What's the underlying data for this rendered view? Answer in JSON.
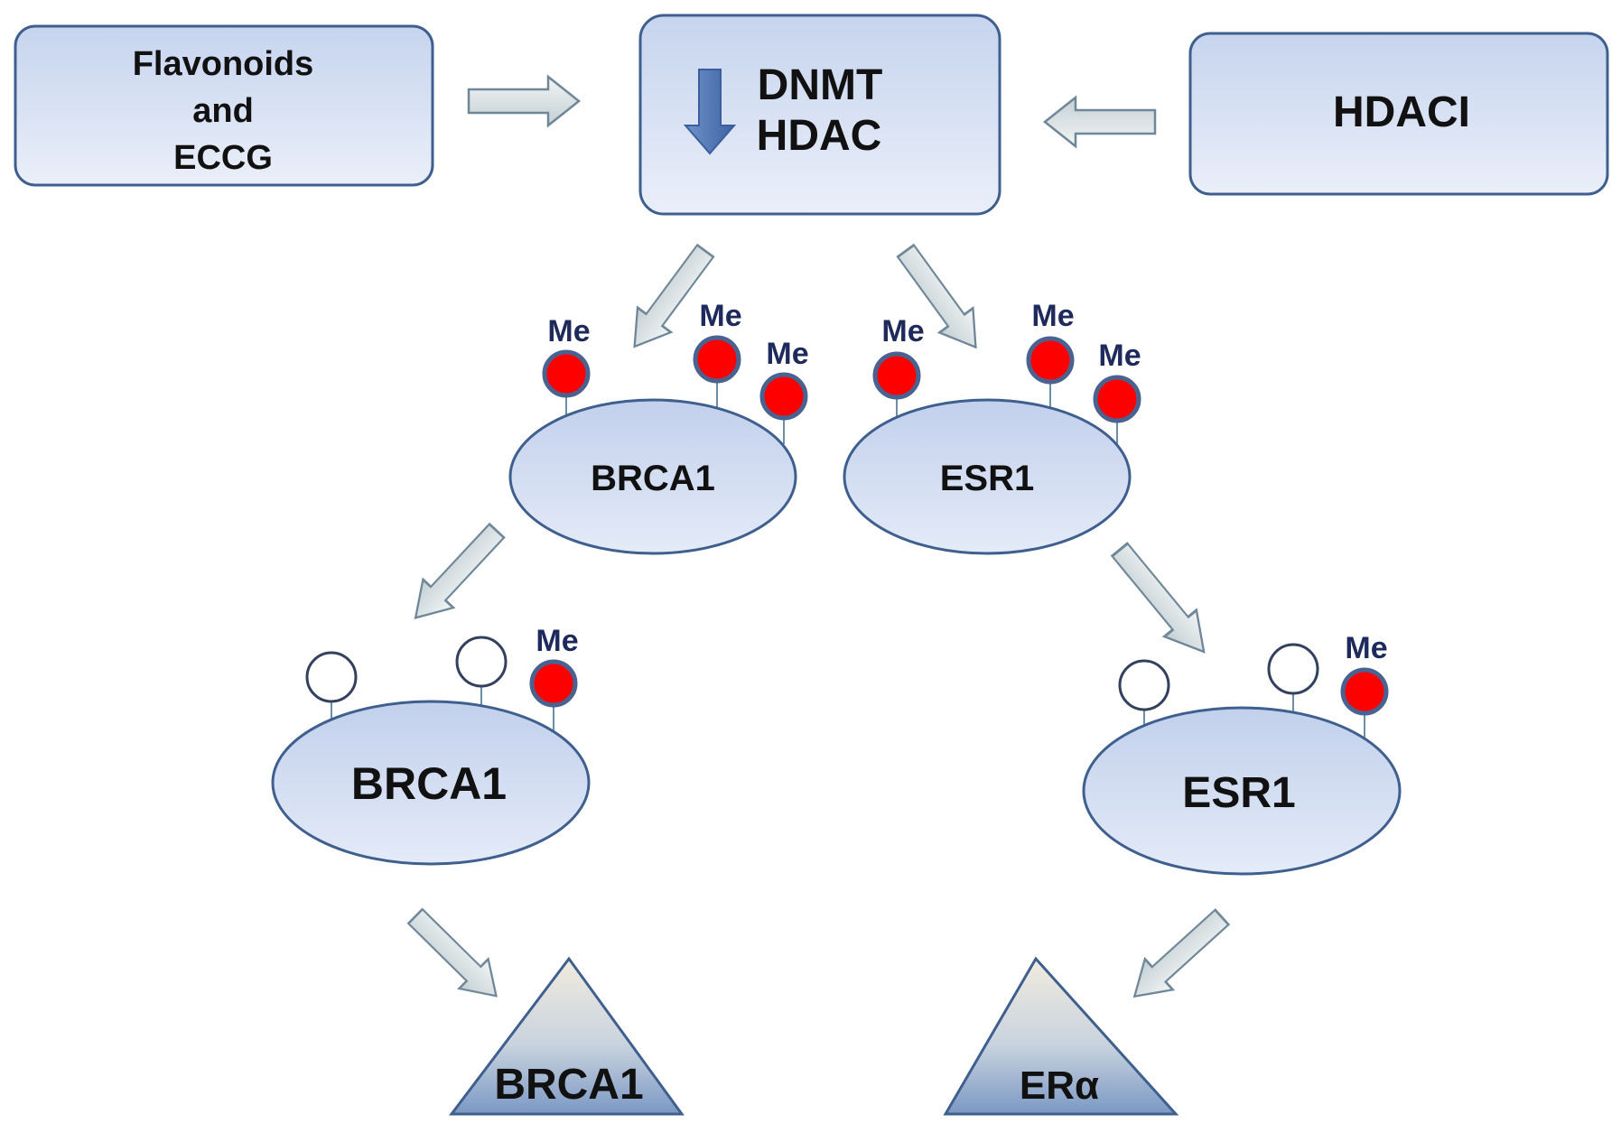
{
  "boxes": {
    "inducers": {
      "lines": [
        "Flavonoids",
        "and",
        "ECCG"
      ]
    },
    "enzymes": {
      "lines": [
        "DNMT",
        "HDAC"
      ]
    },
    "inhibitor": {
      "label": "HDACI"
    }
  },
  "genes_methylated": {
    "brca1": {
      "label": "BRCA1",
      "marks": [
        "Me",
        "Me",
        "Me"
      ]
    },
    "esr1": {
      "label": "ESR1",
      "marks": [
        "Me",
        "Me",
        "Me"
      ]
    }
  },
  "genes_demethylated": {
    "brca1": {
      "label": "BRCA1",
      "marks": [
        "Me"
      ]
    },
    "esr1": {
      "label": "ESR1",
      "marks": [
        "Me"
      ]
    }
  },
  "products": {
    "brca1": {
      "label": "BRCA1"
    },
    "era": {
      "label": "ERα"
    }
  },
  "colors": {
    "box_fill_top": "#c9d6ee",
    "box_fill_bottom": "#e9eef9",
    "box_stroke": "#3f5f8f",
    "methyl_active": "#ff0000",
    "methyl_inactive": "#ffffff",
    "arrow_fill": "#d9e2e4",
    "arrow_stroke": "#6f8799",
    "down_arrow": "#4f78b8",
    "triangle_top": "#efe9dc",
    "triangle_bottom": "#7f9cc6"
  },
  "icons": {
    "decrease": "down-arrow-icon"
  }
}
